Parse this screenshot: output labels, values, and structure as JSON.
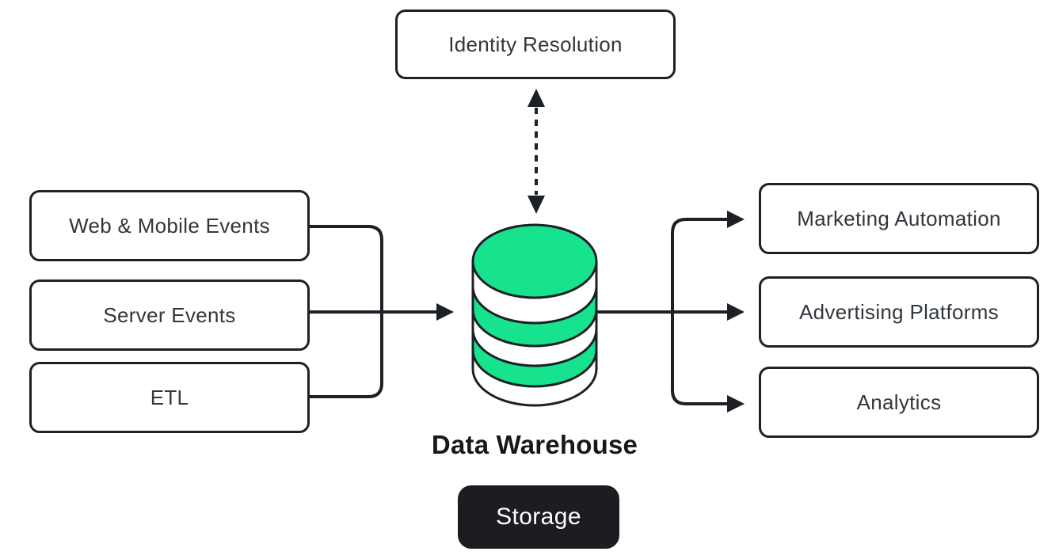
{
  "diagram": {
    "top_node": {
      "label": "Identity Resolution"
    },
    "sources": [
      {
        "label": "Web & Mobile Events"
      },
      {
        "label": "Server Events"
      },
      {
        "label": "ETL"
      }
    ],
    "destinations": [
      {
        "label": "Marketing Automation"
      },
      {
        "label": "Advertising Platforms"
      },
      {
        "label": "Analytics"
      }
    ],
    "warehouse": {
      "label": "Data Warehouse",
      "badge": "Storage",
      "icon": "database-cylinder-icon"
    },
    "connectors": {
      "identity_link": "dashed-bidirectional-vertical-arrow",
      "sources_to_warehouse": "merge-bracket-arrow",
      "warehouse_to_destinations": "split-bracket-arrows"
    },
    "colors": {
      "background": "#ffffff",
      "ink": "#1d2025",
      "node_text": "#31373d",
      "accent_green": "#17e38f",
      "badge_background": "#1b1d21",
      "badge_text": "#ffffff"
    }
  }
}
